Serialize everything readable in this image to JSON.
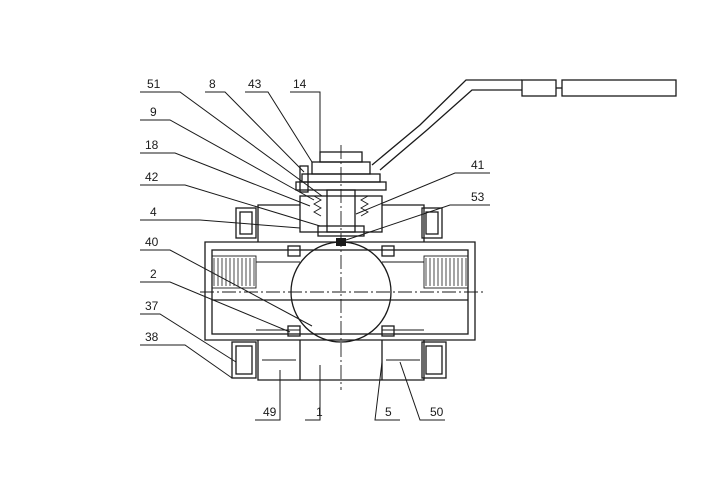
{
  "labels": {
    "l51": "51",
    "l8": "8",
    "l43": "43",
    "l14": "14",
    "l9": "9",
    "l18": "18",
    "l42": "42",
    "l4": "4",
    "l40": "40",
    "l2": "2",
    "l37": "37",
    "l38": "38",
    "l41": "41",
    "l53": "53",
    "l49": "49",
    "l1": "1",
    "l5": "5",
    "l50": "50"
  }
}
